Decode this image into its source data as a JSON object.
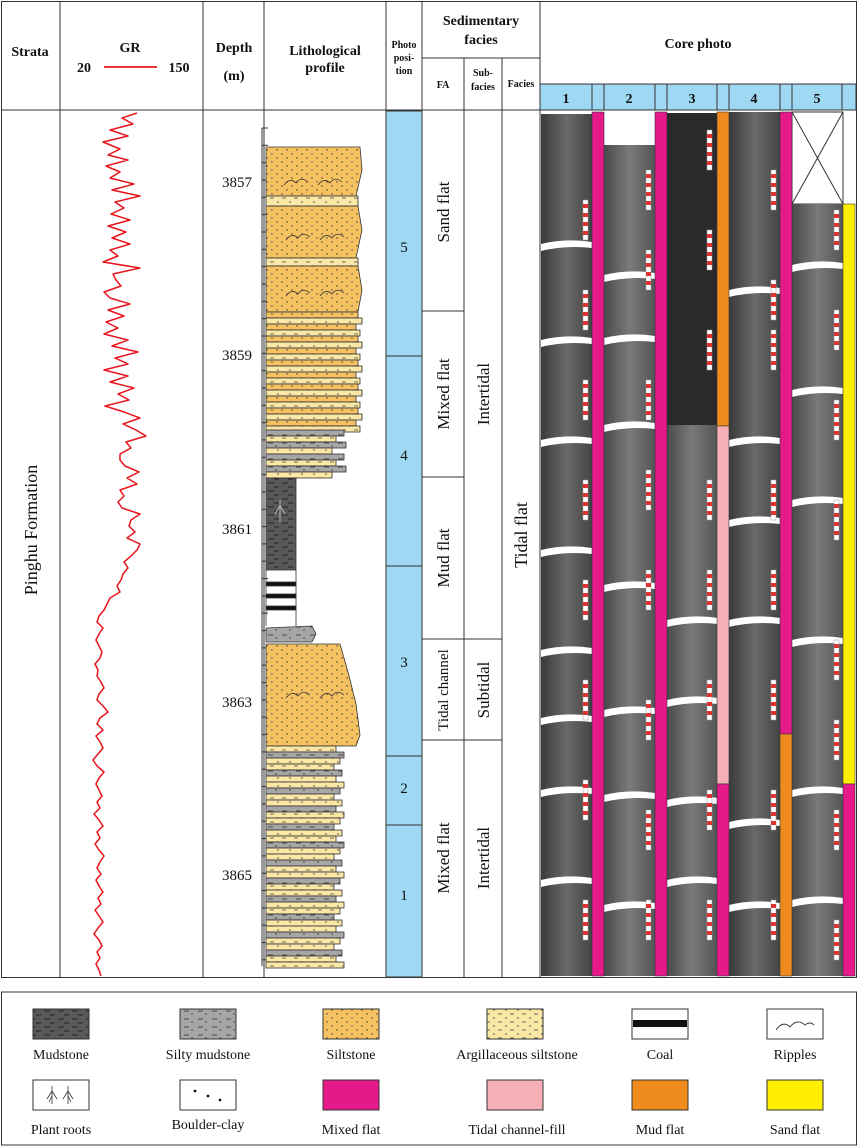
{
  "header": {
    "strata": "Strata",
    "gr_title": "GR",
    "gr_min": "20",
    "gr_max": "150",
    "depth_title": "Depth",
    "depth_unit": "(m)",
    "litho_line1": "Lithological",
    "litho_line2": "profile",
    "photo_line1": "Photo",
    "photo_line2": "posi-",
    "photo_line3": "tion",
    "sed_line1": "Sedimentary",
    "sed_line2": "facies",
    "fa": "FA",
    "sub_line1": "Sub-",
    "sub_line2": "facies",
    "facies": "Facies",
    "core_photo": "Core photo",
    "core_cols": [
      "1",
      "2",
      "3",
      "4",
      "5"
    ]
  },
  "strata_name": "Pinghu Formation",
  "depth_labels": [
    "3857",
    "3859",
    "3861",
    "3863",
    "3865"
  ],
  "photo_positions": [
    "5",
    "4",
    "3",
    "2",
    "1"
  ],
  "fa_labels": [
    "Sand flat",
    "Mixed flat",
    "Mud flat",
    "Tidal channel",
    "Mixed flat"
  ],
  "subfacies_labels": [
    "Intertidal",
    "Subtidal",
    "Intertidal"
  ],
  "facies_label": "Tidal flat",
  "legend": {
    "mudstone": "Mudstone",
    "silty_mudstone": "Silty mudstone",
    "siltstone": "Siltstone",
    "argillaceous_siltstone": "Argillaceous siltstone",
    "coal": "Coal",
    "ripples": "Ripples",
    "plant_roots": "Plant roots",
    "boulder_clay": "Boulder-clay",
    "mixed_flat": "Mixed  flat",
    "tidal_channel_fill": "Tidal channel-fill",
    "mud_flat": "Mud  flat",
    "sand_flat": "Sand  flat"
  },
  "colors": {
    "gr_curve": "#e8141b",
    "photo_blue": "#9fd8f2",
    "siltstone": "#f5c262",
    "argillaceous_siltstone": "#fbe7a6",
    "mudstone": "#595959",
    "silty_mudstone": "#a6a6a6",
    "mixed_flat": "#e6198a",
    "tidal_channel_fill": "#f4b0b6",
    "mud_flat": "#ef8a1c",
    "sand_flat": "#ffee00"
  }
}
